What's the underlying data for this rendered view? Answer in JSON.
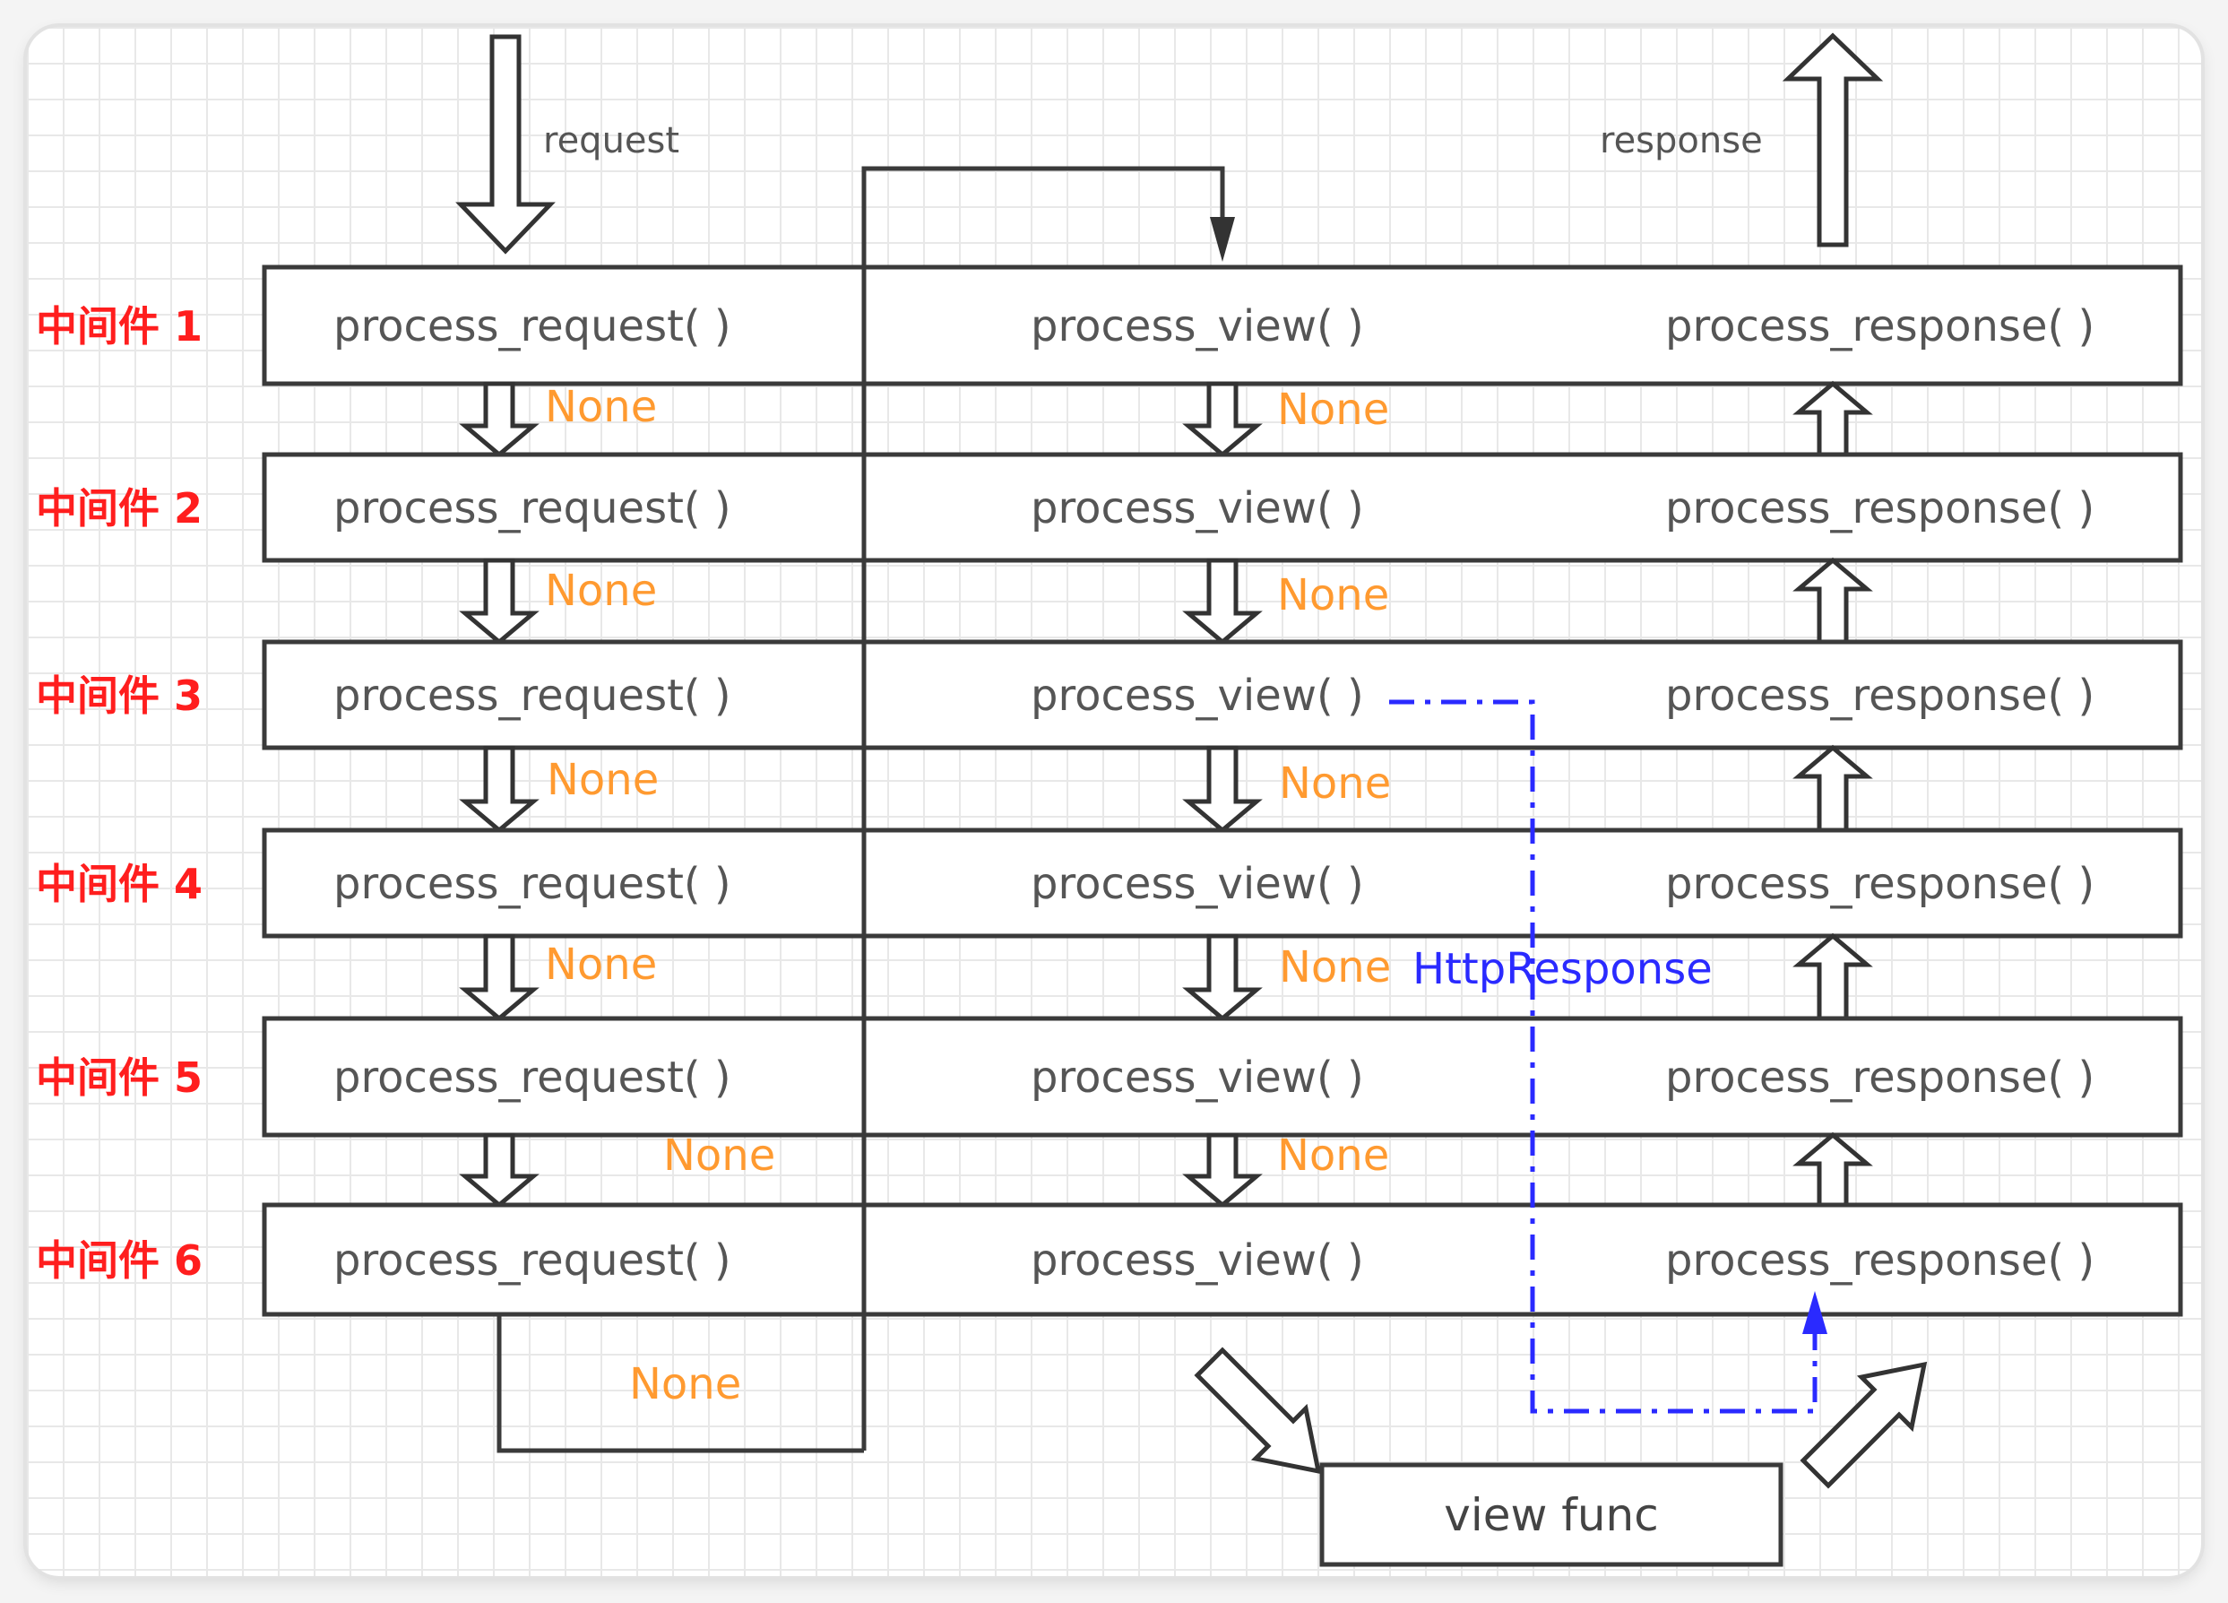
{
  "labels": {
    "request": "request",
    "response": "response",
    "view_func": "view func",
    "http_response": "HttpResponse"
  },
  "methods": {
    "request": "process_request( )",
    "view": "process_view( )",
    "response": "process_response( )"
  },
  "middlewares": [
    "中间件 1",
    "中间件 2",
    "中间件 3",
    "中间件 4",
    "中间件 5",
    "中间件 6"
  ],
  "none_label": "None",
  "colors": {
    "middleware_label": "#ff1e1e",
    "none_label": "#ff9a30",
    "http_response": "#2a2aff",
    "method_text": "#555555",
    "border": "#3a3a3a"
  }
}
